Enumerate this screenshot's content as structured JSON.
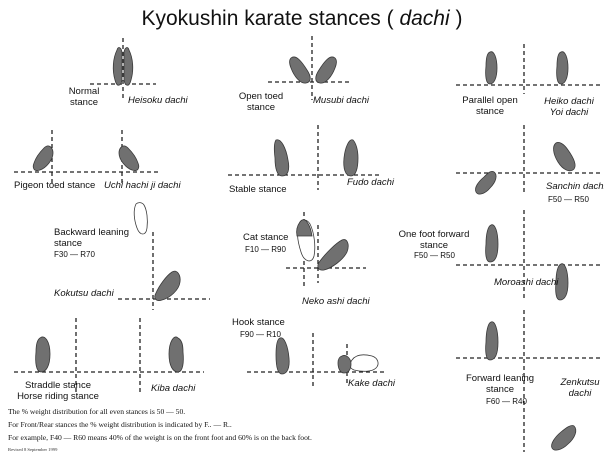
{
  "title_main": "Kyokushin karate stances (",
  "title_italic": "dachi",
  "title_end": ")",
  "stances": {
    "normal": {
      "en": "Normal\nstance",
      "jp": "Heisoku dachi"
    },
    "open_toed": {
      "en": "Open toed\nstance",
      "jp": "Musubi dachi"
    },
    "parallel_open": {
      "en": "Parallel open\nstance",
      "jp": "Heiko dachi\nYoi dachi"
    },
    "pigeon_toed": {
      "en": "Pigeon toed stance",
      "jp": "Uchi hachi ji dachi"
    },
    "stable": {
      "en": "Stable stance",
      "jp": "Fudo dachi"
    },
    "sanchin": {
      "jp": "Sanchin dachi",
      "weight": "F50 — R50"
    },
    "backward_leaning": {
      "en": "Backward leaning\nstance",
      "weight": "F30 — R70",
      "jp": "Kokutsu dachi"
    },
    "cat": {
      "en": "Cat stance",
      "weight": "F10 — R90",
      "jp": "Neko ashi dachi"
    },
    "one_foot_forward": {
      "en": "One foot forward\nstance",
      "weight": "F50 — R50",
      "jp": "Moroashi dachi"
    },
    "hook": {
      "en": "Hook stance",
      "weight": "F90 — R10",
      "jp": "Kake dachi"
    },
    "straddle": {
      "en": "Straddle stance\nHorse riding stance",
      "jp": "Kiba dachi"
    },
    "forward_leaning": {
      "en": "Forward leaning\nstance",
      "weight": "F60 — R40",
      "jp": "Zenkutsu\ndachi"
    }
  },
  "notes": [
    "The % weight distribution for all even stances is 50 — 50.",
    "For Front/Rear stances the % weight distribution is indicated by F.. — R..",
    "For example, F40 — R60 means 40% of the weight is on the front foot and 60% is on the back foot."
  ],
  "revised": "Revised 8 September 1999",
  "colors": {
    "foot": "#707070",
    "outline": "#3a3a3a",
    "axis": "#222222"
  }
}
